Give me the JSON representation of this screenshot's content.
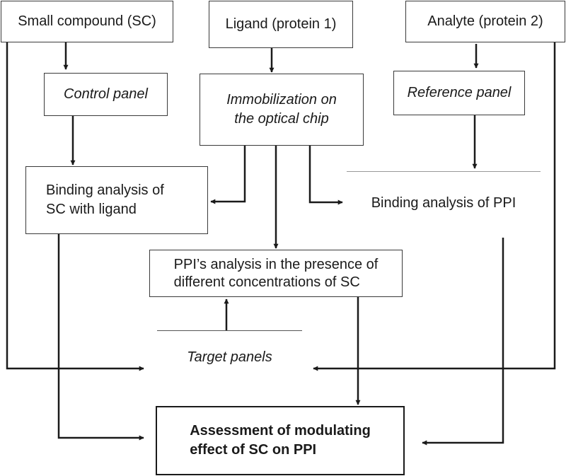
{
  "nodes": {
    "small_compound": "Small compound (SC)",
    "ligand": "Ligand (protein 1)",
    "analyte": "Analyte (protein 2)",
    "control_panel": "Control panel",
    "immobilization": [
      "Immobilization on",
      "the optical chip"
    ],
    "reference_panel": "Reference panel",
    "binding_sc_ligand": [
      "Binding analysis of",
      "SC with ligand"
    ],
    "binding_ppi": "Binding analysis of PPI",
    "ppi_presence": [
      "PPI’s analysis in the presence of",
      "different concentrations of SC"
    ],
    "target_panels": "Target panels",
    "assessment": [
      "Assessment of modulating",
      "effect of SC on PPI"
    ]
  },
  "colors": {
    "stroke": "#1a1a1a",
    "text": "#1a1a1a",
    "background": "#ffffff"
  }
}
